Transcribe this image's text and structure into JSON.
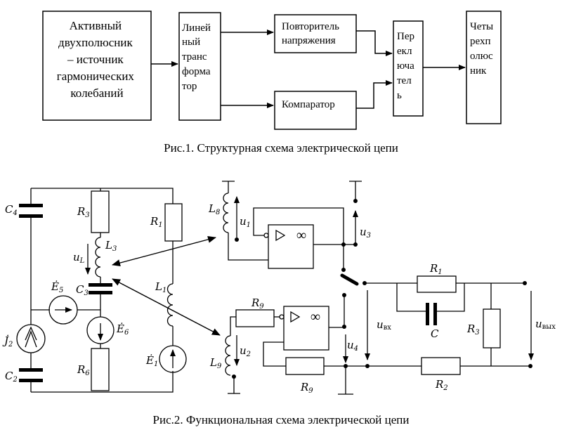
{
  "figure1": {
    "caption": "Рис.1. Структурная схема электрической цепи",
    "blocks": {
      "source": [
        "Активный",
        "двухполюсник",
        "– источник",
        "гармонических",
        "колебаний"
      ],
      "transformer": [
        "Линей",
        "ный",
        "транс",
        "форма",
        "тор"
      ],
      "follower": [
        "Повторитель",
        "напряжения"
      ],
      "comparator": [
        "Компаратор"
      ],
      "switch": [
        "Пер",
        "екл",
        "юча",
        "тел",
        "ь"
      ],
      "quadripole": [
        "Четы",
        "рехп",
        "олюс",
        "ник"
      ]
    }
  },
  "figure2": {
    "caption": "Рис.2. Функциональная схема электрической цепи",
    "labels": {
      "C4": [
        "C",
        "4"
      ],
      "C2": [
        "C",
        "2"
      ],
      "C3": [
        "C",
        "3"
      ],
      "R3": [
        "R",
        "3"
      ],
      "R1": [
        "R",
        "1"
      ],
      "R6": [
        "R",
        "6"
      ],
      "L3": [
        "L",
        "3"
      ],
      "L1": [
        "L",
        "1"
      ],
      "L8": [
        "L",
        "8"
      ],
      "L9": [
        "L",
        "9"
      ],
      "uL": [
        "u",
        "L"
      ],
      "E5": [
        "Ė",
        "5"
      ],
      "E6": [
        "Ė",
        "6"
      ],
      "E1": [
        "Ė",
        "1"
      ],
      "J2": [
        "J̇",
        "2"
      ],
      "u1": [
        "u",
        "1"
      ],
      "u2": [
        "u",
        "2"
      ],
      "u3": [
        "u",
        "3"
      ],
      "u4": [
        "u",
        "4"
      ],
      "R9a": [
        "R",
        "9"
      ],
      "R9b": [
        "R",
        "9"
      ],
      "opamp_symbol": "∞",
      "Q_R1": [
        "R",
        "1"
      ],
      "Q_C": "C",
      "Q_R3": [
        "R",
        "3"
      ],
      "Q_R2": [
        "R",
        "2"
      ],
      "uin": [
        "u",
        "вх"
      ],
      "uout": [
        "u",
        "вых"
      ]
    }
  }
}
